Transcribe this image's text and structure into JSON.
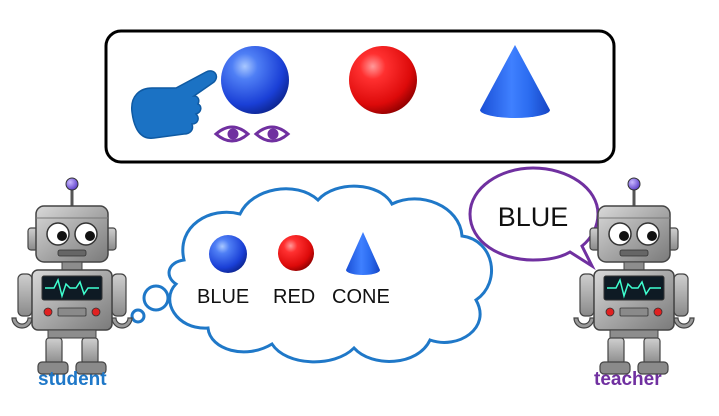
{
  "panel": {
    "objects": [
      {
        "shape": "sphere",
        "color": "blue"
      },
      {
        "shape": "sphere",
        "color": "red"
      },
      {
        "shape": "cone",
        "color": "blue"
      }
    ],
    "pointer_icon": "pointing-hand-icon",
    "gaze_icon": "eyes-icon"
  },
  "thought": {
    "labels": [
      "BLUE",
      "RED",
      "CONE"
    ]
  },
  "speech": {
    "text": "BLUE"
  },
  "agents": {
    "student": "student",
    "teacher": "teacher"
  },
  "colors": {
    "student_label": "#1f78c8",
    "teacher_label": "#7030a0",
    "cloud_outline": "#1f78c8",
    "speech_outline": "#7030a0",
    "hand": "#1b72c4",
    "eyes": "#7030a0",
    "sphere_blue": "#1a49e0",
    "sphere_red": "#e01010",
    "cone_blue": "#2166ea"
  }
}
